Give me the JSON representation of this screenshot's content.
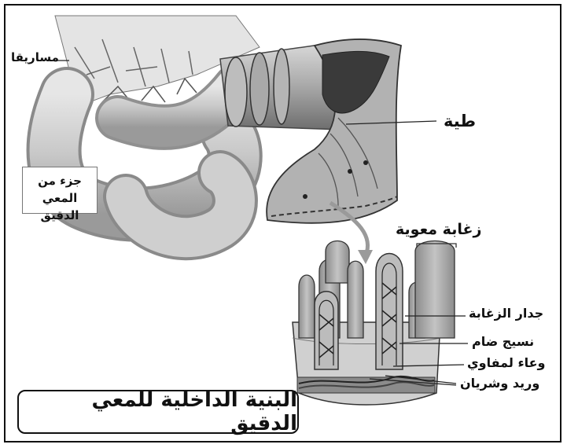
{
  "labels": {
    "mesentery": "مساريقا",
    "small_intestine_section": [
      "جزء من المعي",
      "الدقيق"
    ],
    "fold": "طية",
    "intestinal_villus": "زغابة معوية",
    "villus_wall": "جدار الزغابة",
    "connective_tissue": "نسيج ضام",
    "lymph_vessel": "وعاء لمفاوي",
    "vein_artery": "وريد وشريان"
  },
  "title": "البنية الداخلية للمعي الدقيق"
}
